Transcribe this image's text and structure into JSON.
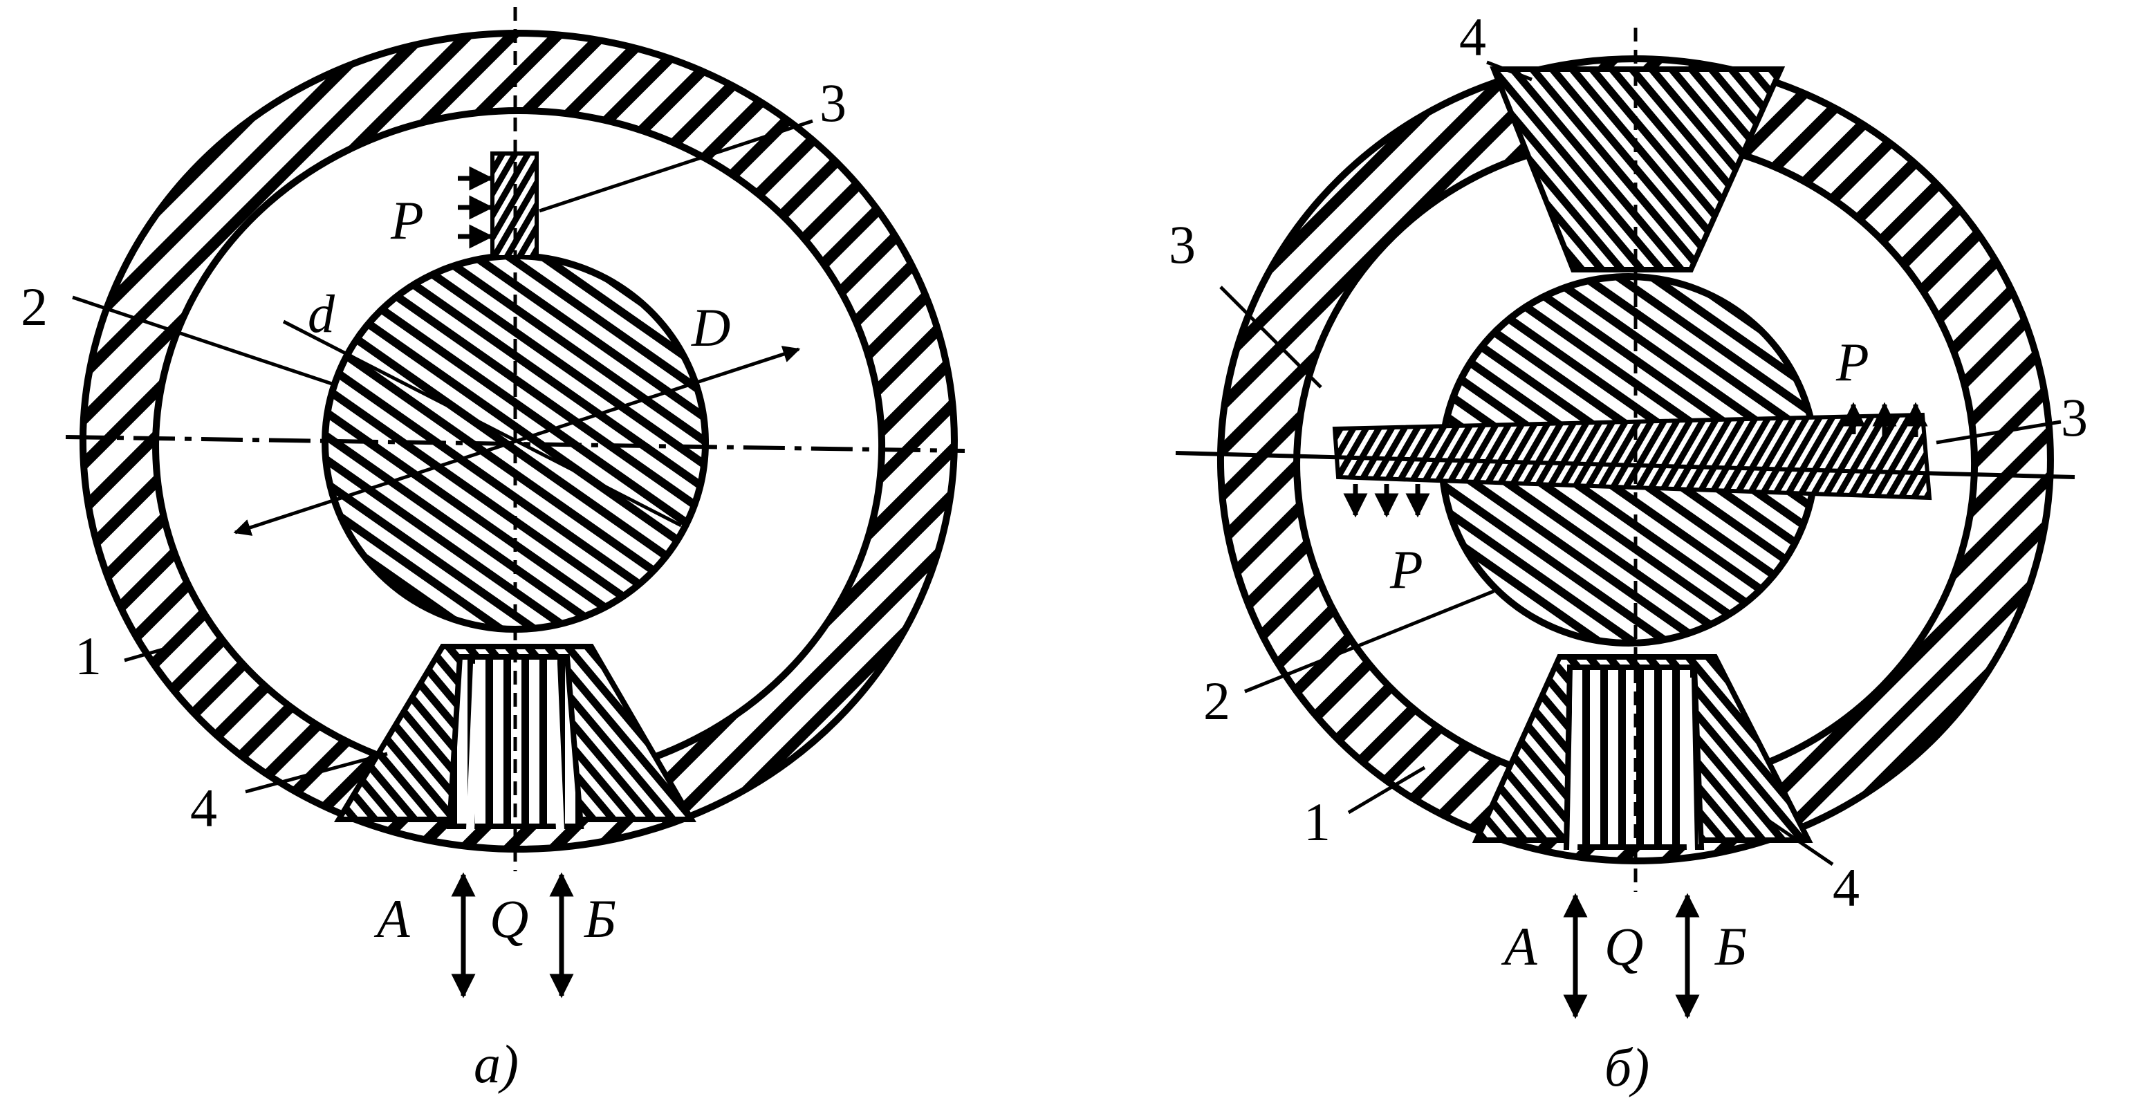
{
  "diagram_a": {
    "caption": "а)",
    "callouts": [
      "1",
      "2",
      "3",
      "4"
    ],
    "pressure_label": "P",
    "inner_diameter_label": "d",
    "outer_diameter_label": "D",
    "port_left": "A",
    "port_center": "Q",
    "port_right": "Б"
  },
  "diagram_b": {
    "caption": "б)",
    "callouts": [
      "1",
      "2",
      "3",
      "3",
      "4",
      "4"
    ],
    "pressure_label_right": "P",
    "pressure_label_left": "P",
    "port_left": "A",
    "port_center": "Q",
    "port_right": "Б"
  },
  "colors": {
    "ink": "#000000",
    "paper": "#ffffff"
  }
}
